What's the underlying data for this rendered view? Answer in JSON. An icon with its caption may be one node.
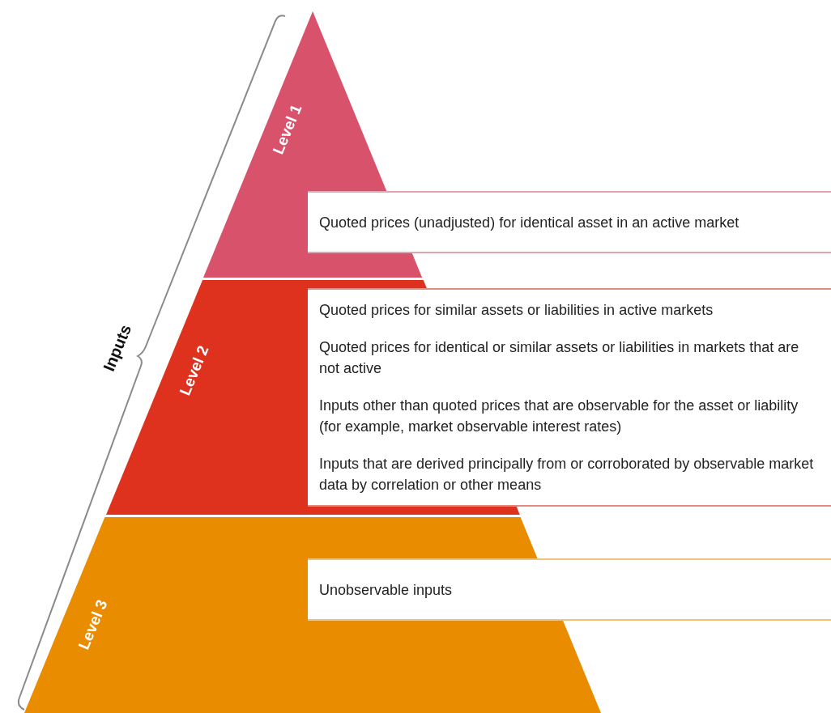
{
  "diagram": {
    "nodes": [
      {
        "text": [
          "Level 1"
        ]
      },
      {
        "text": [
          "Quoted prices (unadjusted) for identical asset in an active market"
        ]
      },
      {
        "text": [
          "Level 2"
        ]
      },
      {
        "text": [
          "Quoted prices for similar assets or liabilities in active markets",
          "Quoted prices for identical or similar assets or liabilities in markets that are not active",
          "Inputs other than quoted prices that are observable for the asset or liability (for example, market observable interest rates)",
          "Inputs that are derived principally from or corroborated by observable market data by correlation or other means"
        ]
      },
      {
        "text": [
          "Level 3"
        ]
      },
      {
        "text": [
          "Unobservable inputs"
        ]
      }
    ],
    "labels": [
      "Inputs"
    ]
  }
}
